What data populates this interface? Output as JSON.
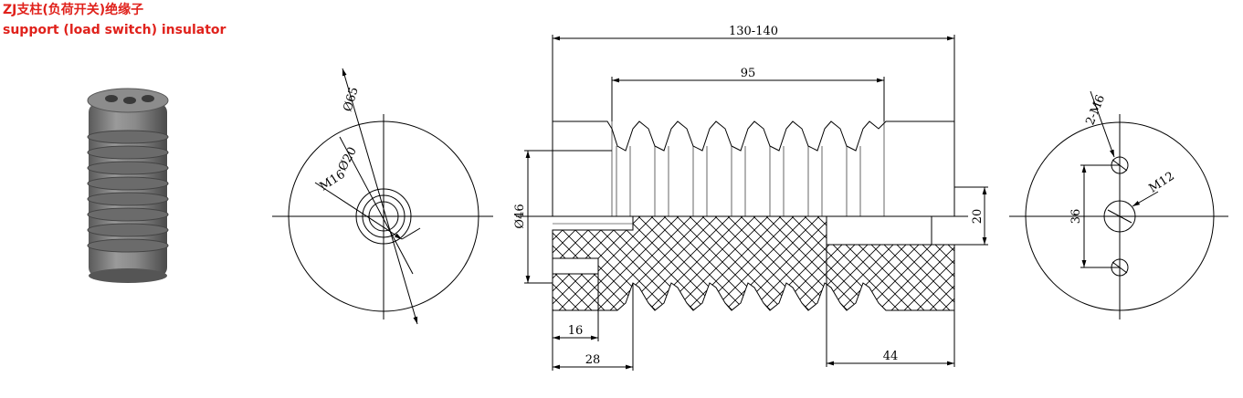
{
  "title": {
    "chinese": "ZJ支柱(负荷开关)绝缘子",
    "english": "support (load switch) insulator"
  },
  "dimensions": {
    "front": {
      "outer_diameter": "Ø65",
      "inner_diameter": "Ø20",
      "thread": "M16"
    },
    "side": {
      "total_length": "130-140",
      "shed_length": "95",
      "diameter": "Ø46",
      "offset_right": "20",
      "bore_depth": "16",
      "end_length_left": "28",
      "end_length_right": "44"
    },
    "back": {
      "holes": "2-M6",
      "center_thread": "M12",
      "hole_spacing": "36"
    }
  },
  "colors": {
    "title": "#e0221c",
    "line": "#000000",
    "body": "#7a7a7a"
  }
}
